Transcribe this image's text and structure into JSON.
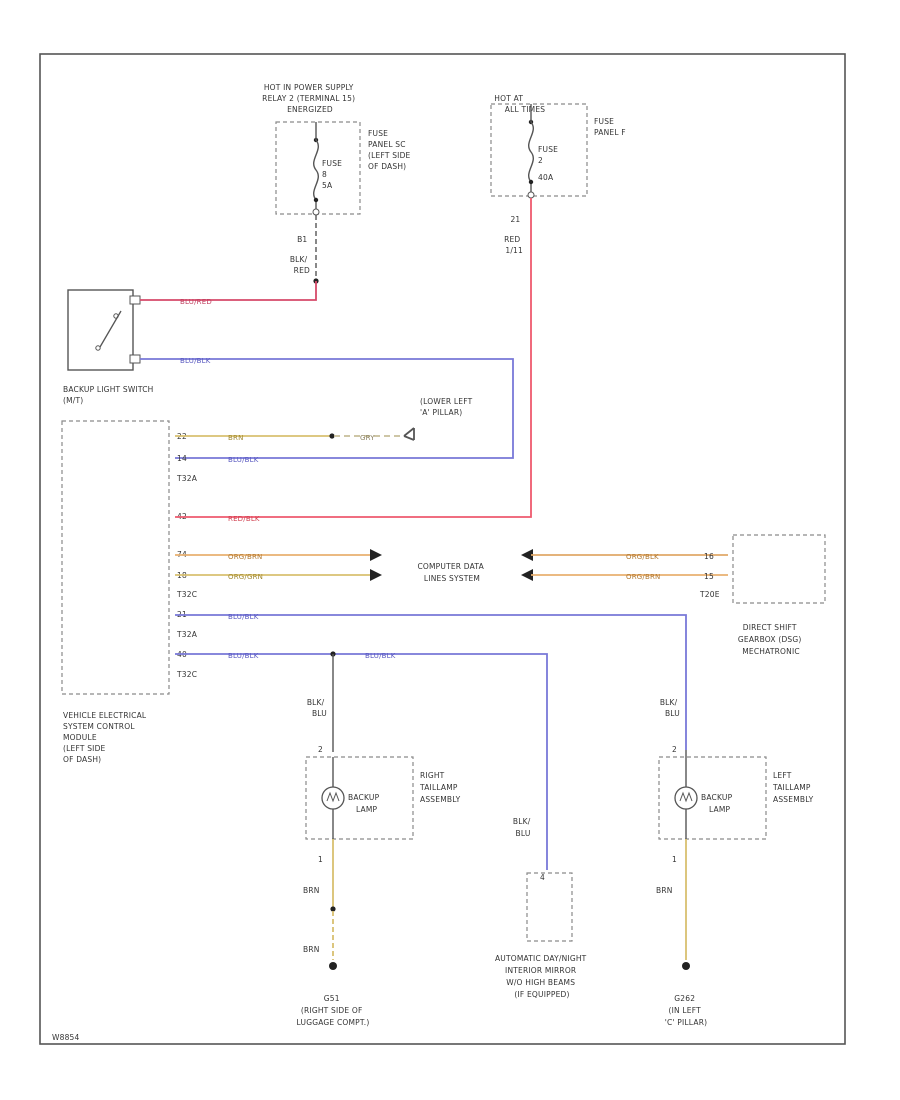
{
  "colors": {
    "frame": "#555555",
    "black": "#555555",
    "blu_red": "#d64a6a",
    "blu_blk": "#7878d8",
    "red": "#ee5a6e",
    "brn": "#d8c070",
    "org_brn": "#e8b070",
    "org_blk": "#e0a868",
    "gry": "#c8bf9a"
  },
  "relay_supply": {
    "label_lines": [
      "HOT IN POWER SUPPLY",
      "RELAY 2 (TERMINAL 15)",
      "ENERGIZED"
    ],
    "fuse_panel_lines": [
      "FUSE",
      "PANEL SC",
      "(LEFT SIDE",
      "OF DASH)"
    ],
    "fuse_lines": [
      "FUSE",
      "8",
      "5A"
    ],
    "wire_code_lines": [
      "B1",
      "BLK/",
      "RED"
    ]
  },
  "hot_at_all_times": {
    "label_lines": [
      "HOT AT",
      "ALL TIMES"
    ],
    "fuse_panel_lines": [
      "FUSE",
      "PANEL F"
    ],
    "fuse_lines": [
      "FUSE",
      "2",
      "40A"
    ],
    "wire_code_lines": [
      "21",
      "RED",
      "1/11"
    ]
  },
  "switch": {
    "label_lines": [
      "BACKUP LIGHT SWITCH",
      "(M/T)"
    ],
    "wire_top": "BLU/RED",
    "wire_bottom": "BLU/BLK"
  },
  "module": {
    "label_lines": [
      "VEHICLE ELECTRICAL",
      "SYSTEM CONTROL",
      "MODULE",
      "(LEFT SIDE",
      "OF DASH)"
    ],
    "pins": {
      "p1": "22",
      "p2": "14",
      "p3": "42",
      "p4": "74",
      "p5": "18",
      "p6": "21",
      "p7": "40"
    },
    "connectors": {
      "c1": "T32A",
      "c2": "T32C",
      "c3": "T32A",
      "c4": "T32C"
    }
  },
  "ground_loc": {
    "label_lines": [
      "(LOWER LEFT",
      "'A' PILLAR)"
    ],
    "wire_brn": "BRN",
    "wire_gry": "GRY"
  },
  "wires": {
    "blu_blk_1": "BLU/BLK",
    "red_blk": "RED/BLK",
    "org_brn_1": "ORG/BRN",
    "org_grn_1": "ORG/GRN",
    "blu_blk_2": "BLU/BLK",
    "blu_blk_3": "BLU/BLK",
    "blu_blk_4": "BLU/BLK",
    "org_blk": "ORG/BLK",
    "org_brn_2": "ORG/BRN"
  },
  "data_lines": {
    "label_lines": [
      "COMPUTER DATA",
      "LINES SYSTEM"
    ]
  },
  "dsg": {
    "pin1": "16",
    "pin2": "15",
    "connector": "T20E",
    "label_lines": [
      "DIRECT SHIFT",
      "GEARBOX (DSG)",
      "MECHATRONIC"
    ]
  },
  "right_tail": {
    "wire_top_lines": [
      "BLK/",
      "BLU"
    ],
    "pin_top": "2",
    "lamp_lines": [
      "BACKUP",
      "LAMP"
    ],
    "assembly_lines": [
      "RIGHT",
      "TAILLAMP",
      "ASSEMBLY"
    ],
    "pin_bottom": "1",
    "wire_bottom": "BRN",
    "wire_bottom2": "BRN",
    "ground_lines": [
      "G51",
      "(RIGHT SIDE OF",
      "LUGGAGE COMPT.)"
    ]
  },
  "left_tail": {
    "wire_top_lines": [
      "BLK/",
      "BLU"
    ],
    "pin_top": "2",
    "lamp_lines": [
      "BACKUP",
      "LAMP"
    ],
    "assembly_lines": [
      "LEFT",
      "TAILLAMP",
      "ASSEMBLY"
    ],
    "pin_bottom": "1",
    "wire_bottom": "BRN",
    "ground_lines": [
      "G262",
      "(IN LEFT",
      "'C' PILLAR)"
    ]
  },
  "mirror": {
    "wire_lines": [
      "BLK/",
      "BLU"
    ],
    "pin": "4",
    "label_lines": [
      "AUTOMATIC DAY/NIGHT",
      "INTERIOR MIRROR",
      "W/O HIGH BEAMS",
      "(IF EQUIPPED)"
    ]
  },
  "footer": {
    "code": "W8854"
  }
}
